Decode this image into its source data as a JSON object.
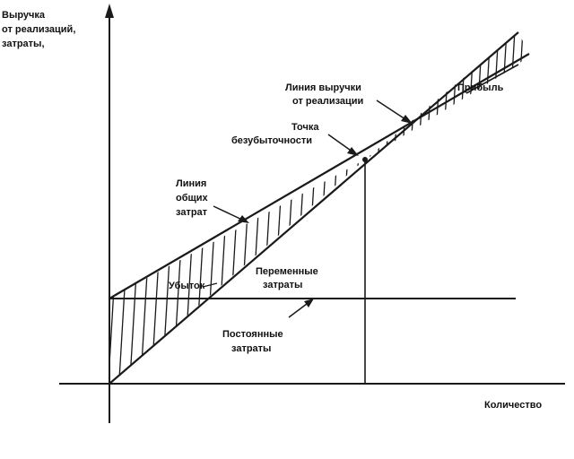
{
  "diagram": {
    "y_axis_label": [
      "Выручка",
      "от реализаций,",
      "затраты,"
    ],
    "x_axis_label": "Количество",
    "labels": {
      "revenue_line": [
        "Линия выручки",
        "от реализации"
      ],
      "profit": "Прибыль",
      "breakeven_point": [
        "Точка",
        "безубыточности"
      ],
      "total_costs_line": [
        "Линия",
        "общих",
        "затрат"
      ],
      "loss": "Убыток",
      "variable_costs": [
        "Переменные",
        "затраты"
      ],
      "fixed_costs": [
        "Постоянные",
        "затраты"
      ]
    },
    "colors": {
      "ink": "#1a1a1a",
      "background": "#ffffff"
    }
  }
}
